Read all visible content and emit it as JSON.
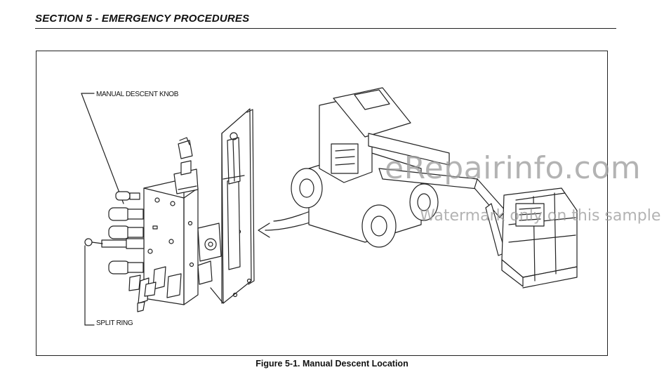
{
  "header": {
    "section_title": "SECTION 5 - EMERGENCY PROCEDURES"
  },
  "figure": {
    "callouts": {
      "manual_descent_knob": "MANUAL DESCENT KNOB",
      "split_ring": "SPLIT RING"
    },
    "caption": "Figure 5-1. Manual Descent Location"
  },
  "watermark": {
    "site": "eRepairinfo.com",
    "note": "Watermark only on this sample"
  }
}
